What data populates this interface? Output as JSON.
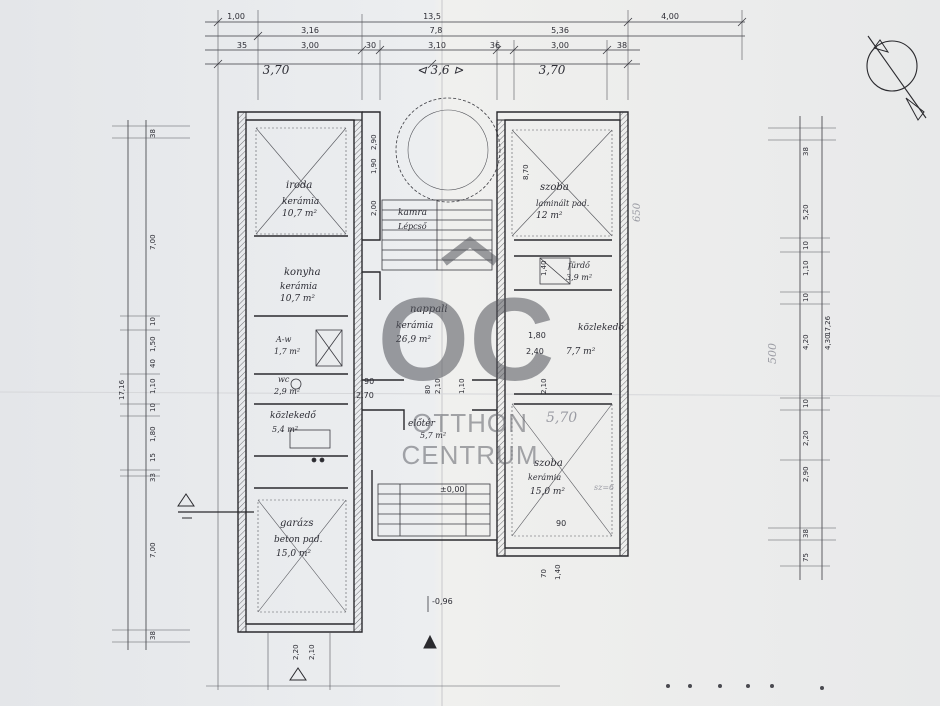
{
  "top_dimensions": {
    "row1": [
      "1,00",
      "13,5",
      "4,00"
    ],
    "row2": [
      "3,16",
      "7,8",
      "5,36"
    ],
    "row3": [
      "35",
      "3,00",
      "30",
      "3,10",
      "36",
      "3,00",
      "38"
    ],
    "row4": [
      "3,70",
      "3,70"
    ],
    "center_label": "⊲ 3,6 ⊳"
  },
  "left_dimensions": [
    "38",
    "7,00",
    "10",
    "1,50",
    "40",
    "1,10",
    "10",
    "1,80",
    "15",
    "33",
    "7,00",
    "38",
    "17,16"
  ],
  "right_dimensions": [
    "38",
    "5,20",
    "10",
    "1,10",
    "10",
    "4,20",
    "4,30",
    "10",
    "17,26",
    "2,20",
    "2,90",
    "75",
    "38"
  ],
  "rooms": [
    {
      "name": "iroda",
      "floor": "kerámia",
      "area": "10,7 m²"
    },
    {
      "name": "konyha",
      "floor": "kerámia",
      "area": "10,7 m²"
    },
    {
      "name": "kamra",
      "floor": "Lépcső",
      "area": ""
    },
    {
      "name": "nappali",
      "floor": "kerámia",
      "area": "26,9 m²"
    },
    {
      "name": "szoba",
      "floor": "laminált pad.",
      "area": "12 m²"
    },
    {
      "name": "fürdő",
      "floor": "",
      "area": "3,9 m²"
    },
    {
      "name": "A-w",
      "floor": "",
      "area": "1,7 m²"
    },
    {
      "name": "wc",
      "floor": "",
      "area": "2,9 m²"
    },
    {
      "name": "közlekedő",
      "floor": "",
      "area": "5,4 m²"
    },
    {
      "name": "előtér",
      "floor": "",
      "area": "5,7 m²"
    },
    {
      "name": "közlekedő",
      "floor": "",
      "area": "7,7 m²"
    },
    {
      "name": "szoba",
      "floor": "kerámia",
      "area": "15,0 m²"
    },
    {
      "name": "garázs",
      "floor": "beton pad.",
      "area": "15,0 m²"
    }
  ],
  "interior_dims": [
    "2,00",
    "1,90",
    "2,90",
    "8,70",
    "1,80",
    "2,40",
    "1,40",
    "2,10",
    "90",
    "2,70",
    "80",
    "2,10",
    "1,10",
    "70",
    "1,40",
    "90",
    "2,20",
    "2,10"
  ],
  "levels": [
    "±0,00",
    "-0,96"
  ],
  "faint_notes": [
    "5,70",
    "500",
    "650",
    "sz=6"
  ],
  "watermark": {
    "logo": "OC",
    "line1": "OTTHON",
    "line2": "CENTRUM"
  },
  "colors": {
    "ink": "#2a2a2e",
    "paper": "#e9eaec",
    "watermark": "#50525a"
  }
}
